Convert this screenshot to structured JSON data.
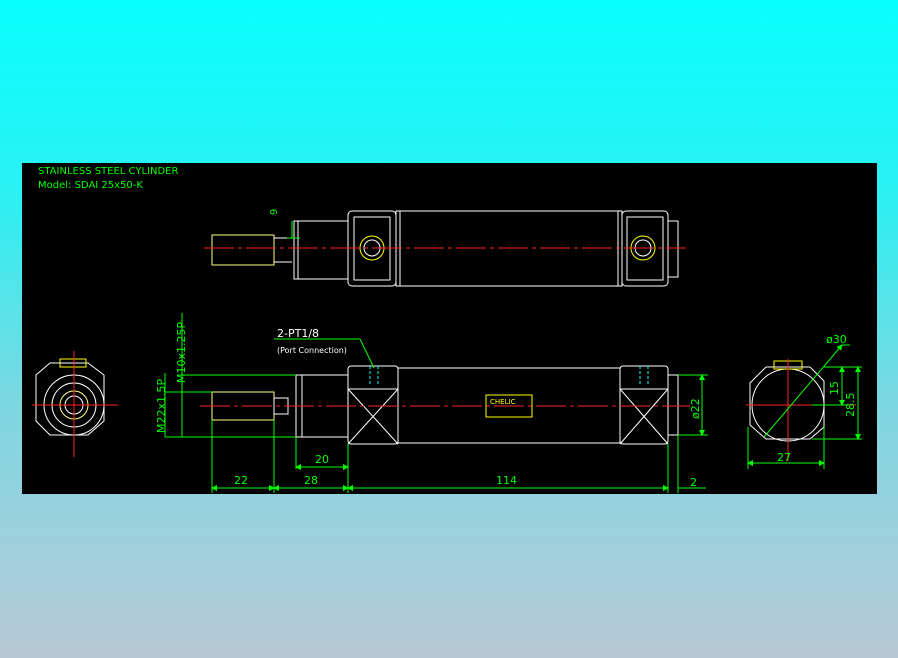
{
  "drawing": {
    "title_line1": "STAINLESS STEEL CYLINDER",
    "title_line2": "Model: SDAI 25x50-K",
    "port_label": "2-PT1/8",
    "port_note": "(Port Connection)",
    "thread_rod": "M10x1.25P",
    "thread_nose": "M22x1.5P",
    "nameplate_brand": "CHELIC",
    "colors": {
      "background": "#000000",
      "outline": "#ffffff",
      "centerline": "#ff2020",
      "dimension": "#00ff00",
      "hidden": "#00ffff",
      "rod_highlight": "#ffff80",
      "nameplate": "#ffff00"
    }
  },
  "dimensions": {
    "side_width_flats": "9",
    "rod_thread_len": "22",
    "nose_len": "28",
    "nose_body_len": "20",
    "body_len": "114",
    "cap_gap": "2",
    "body_dia": "ø22",
    "bore_dia": "ø30",
    "end_half": "15",
    "end_height": "28.5",
    "end_width": "27"
  }
}
